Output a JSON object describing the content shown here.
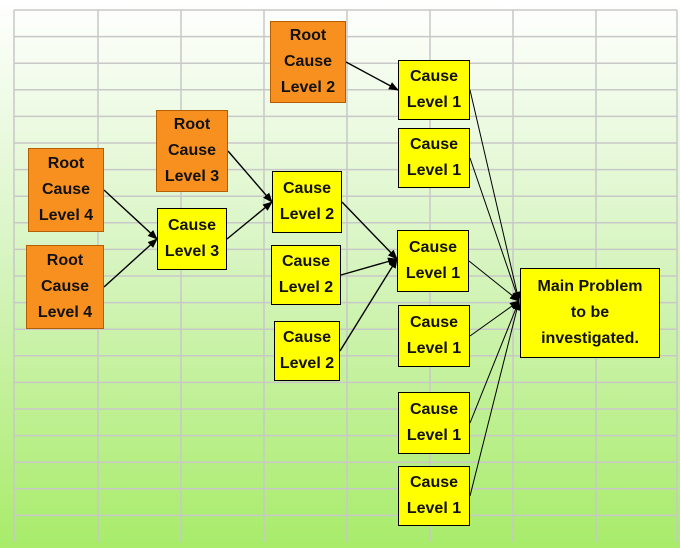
{
  "colors": {
    "root_fill": "#f7901e",
    "cause_fill": "#ffff00",
    "main_fill": "#ffff00",
    "grid_line": "#c8c8c8",
    "connector": "#000000"
  },
  "nodes": [
    {
      "id": "root4a",
      "kind": "root",
      "lines": [
        "Root",
        "Cause",
        "Level 4"
      ]
    },
    {
      "id": "root4b",
      "kind": "root",
      "lines": [
        "Root",
        "Cause",
        "Level 4"
      ]
    },
    {
      "id": "cause3",
      "kind": "cause",
      "lines": [
        "Cause",
        "Level 3"
      ]
    },
    {
      "id": "root3",
      "kind": "root",
      "lines": [
        "Root",
        "Cause",
        "Level 3"
      ]
    },
    {
      "id": "root2",
      "kind": "root",
      "lines": [
        "Root",
        "Cause",
        "Level 2"
      ]
    },
    {
      "id": "cause2a",
      "kind": "cause",
      "lines": [
        "Cause",
        "Level 2"
      ]
    },
    {
      "id": "cause2b",
      "kind": "cause",
      "lines": [
        "Cause",
        "Level 2"
      ]
    },
    {
      "id": "cause2c",
      "kind": "cause",
      "lines": [
        "Cause",
        "Level 2"
      ]
    },
    {
      "id": "cause1a",
      "kind": "cause",
      "lines": [
        "Cause",
        "Level 1"
      ]
    },
    {
      "id": "cause1b",
      "kind": "cause",
      "lines": [
        "Cause",
        "Level 1"
      ]
    },
    {
      "id": "cause1c",
      "kind": "cause",
      "lines": [
        "Cause",
        "Level 1"
      ]
    },
    {
      "id": "cause1d",
      "kind": "cause",
      "lines": [
        "Cause",
        "Level 1"
      ]
    },
    {
      "id": "cause1e",
      "kind": "cause",
      "lines": [
        "Cause",
        "Level 1"
      ]
    },
    {
      "id": "cause1f",
      "kind": "cause",
      "lines": [
        "Cause",
        "Level 1"
      ]
    },
    {
      "id": "main",
      "kind": "main",
      "lines": [
        "Main Problem",
        "to be",
        "investigated."
      ]
    }
  ],
  "edges": [
    {
      "from": "root4a",
      "to": "cause3"
    },
    {
      "from": "root4b",
      "to": "cause3"
    },
    {
      "from": "root3",
      "to": "cause2a"
    },
    {
      "from": "cause3",
      "to": "cause2a"
    },
    {
      "from": "root2",
      "to": "cause1a"
    },
    {
      "from": "cause2a",
      "to": "cause1c"
    },
    {
      "from": "cause2b",
      "to": "cause1c"
    },
    {
      "from": "cause2c",
      "to": "cause1c"
    },
    {
      "from": "cause1a",
      "to": "main"
    },
    {
      "from": "cause1b",
      "to": "main"
    },
    {
      "from": "cause1c",
      "to": "main"
    },
    {
      "from": "cause1d",
      "to": "main"
    },
    {
      "from": "cause1e",
      "to": "main"
    },
    {
      "from": "cause1f",
      "to": "main"
    }
  ]
}
